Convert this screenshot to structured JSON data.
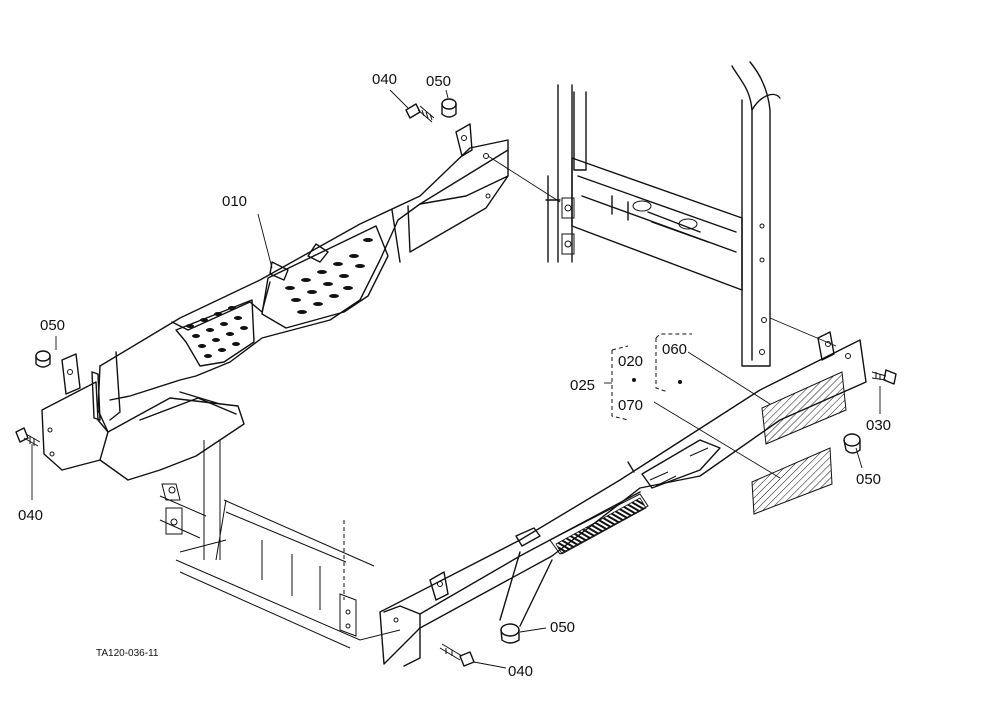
{
  "callouts": {
    "p010": "010",
    "p020": "020",
    "p025": "025",
    "p030": "030",
    "p040_top": "040",
    "p040_left": "040",
    "p040_bottom": "040",
    "p050_top": "050",
    "p050_left": "050",
    "p050_right": "050",
    "p050_bottom": "050",
    "p060": "060",
    "p070": "070"
  },
  "drawing_ref": "TA120-036-11",
  "colors": {
    "ink": "#111111",
    "paper": "#ffffff"
  }
}
